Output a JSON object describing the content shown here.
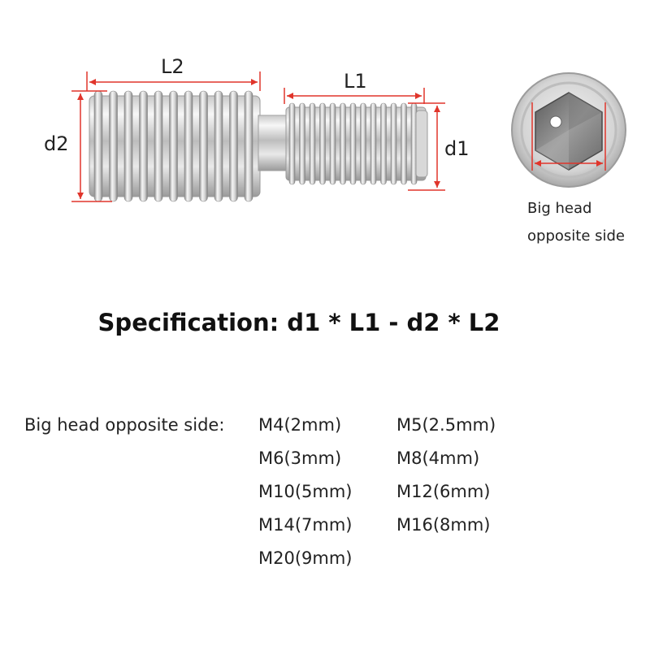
{
  "diagram": {
    "labels": {
      "l2": "L2",
      "l1": "L1",
      "d2": "d2",
      "d1": "d1"
    },
    "head_note": [
      "Big head",
      "opposite side"
    ],
    "colors": {
      "dimension": "#e0352b",
      "metal_light": "#f4f4f4",
      "metal_dark": "#8e8e8e"
    }
  },
  "specification": "Specification: d1 * L1 - d2 * L2",
  "sizes": {
    "label": "Big head opposite side:",
    "items": [
      "M4(2mm)",
      "M5(2.5mm)",
      "M6(3mm)",
      "M8(4mm)",
      "M10(5mm)",
      "M12(6mm)",
      "M14(7mm)",
      "M16(8mm)",
      "M20(9mm)"
    ]
  }
}
